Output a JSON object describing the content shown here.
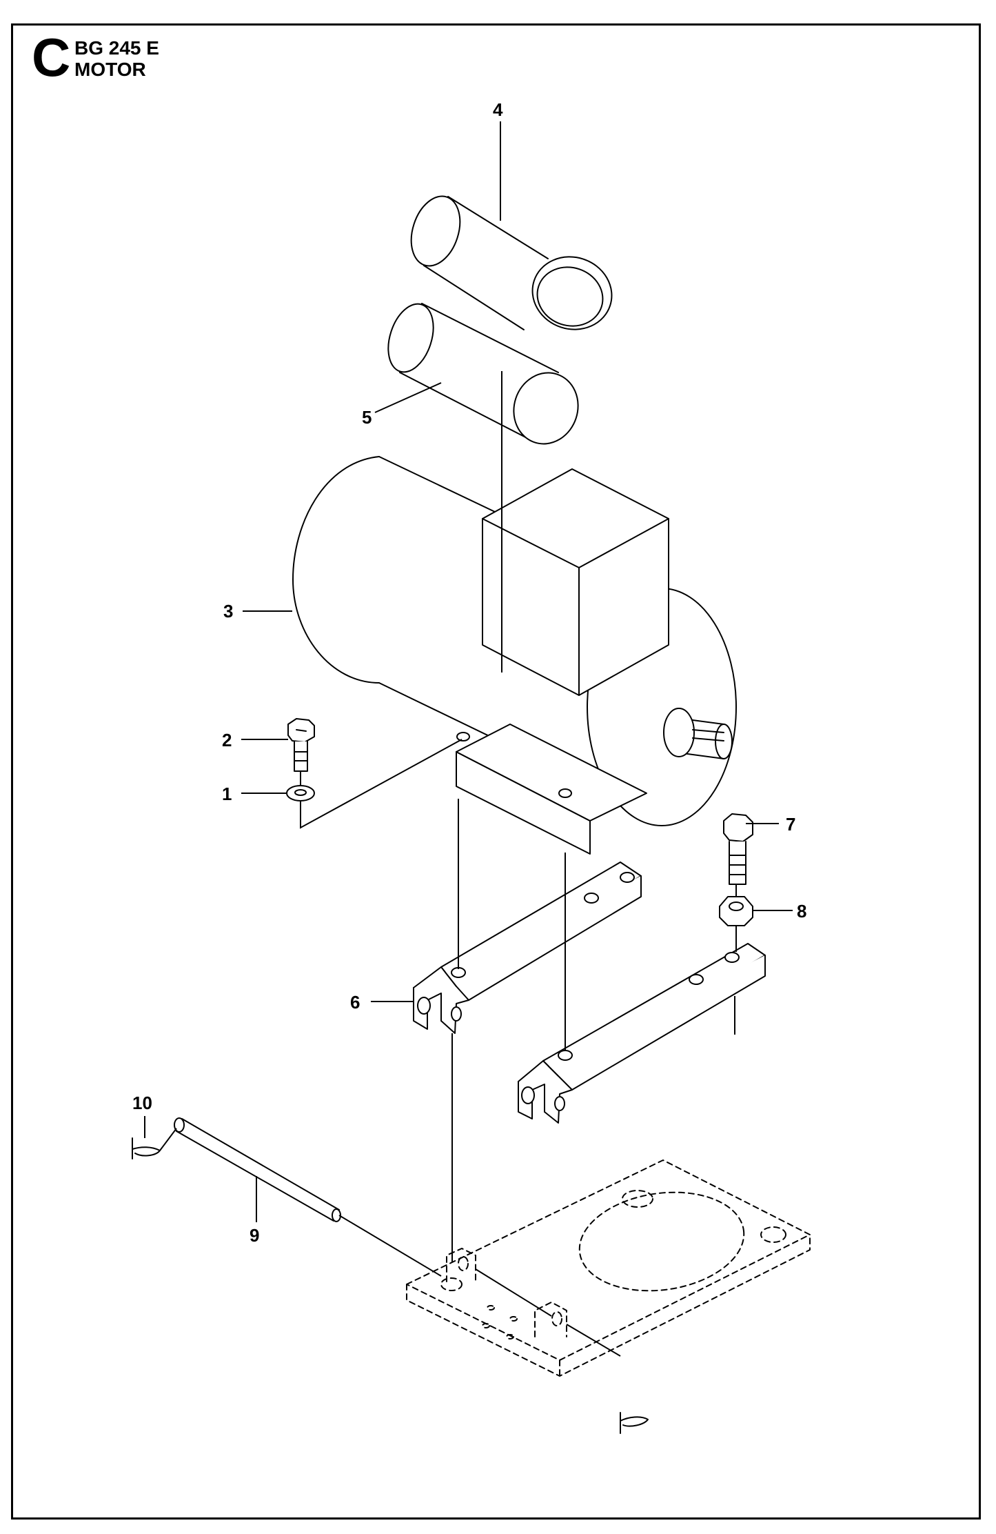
{
  "header": {
    "section_letter": "C",
    "model": "BG 245 E",
    "title": "MOTOR"
  },
  "callouts": [
    {
      "id": "1",
      "part": "washer"
    },
    {
      "id": "2",
      "part": "bolt"
    },
    {
      "id": "3",
      "part": "motor"
    },
    {
      "id": "4",
      "part": "capacitor"
    },
    {
      "id": "5",
      "part": "capacitor"
    },
    {
      "id": "6",
      "part": "motor-bracket"
    },
    {
      "id": "7",
      "part": "bolt"
    },
    {
      "id": "8",
      "part": "nut"
    },
    {
      "id": "9",
      "part": "pin"
    },
    {
      "id": "10",
      "part": "clip"
    }
  ],
  "colors": {
    "line": "#000000",
    "fill": "#ffffff"
  }
}
